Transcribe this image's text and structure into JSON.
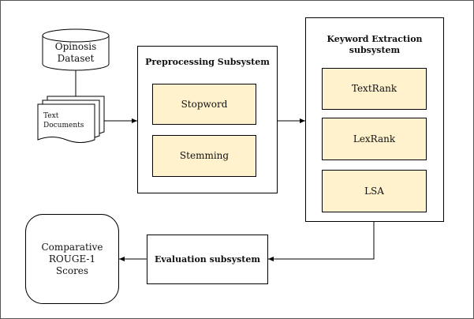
{
  "diagram": {
    "dataset": {
      "line1": "Opinosis",
      "line2": "Dataset"
    },
    "documents": {
      "line1": "Text",
      "line2": "Documents"
    },
    "preprocessing": {
      "title": "Preprocessing Subsystem",
      "steps": [
        "Stopword",
        "Stemming"
      ]
    },
    "keyword_extraction": {
      "title_line1": "Keyword Extraction",
      "title_line2": "subsystem",
      "methods": [
        "TextRank",
        "LexRank",
        "LSA"
      ]
    },
    "evaluation": {
      "title": "Evaluation subsystem"
    },
    "output": {
      "line1": "Comparative",
      "line2": "ROUGE-1",
      "line3": "Scores"
    }
  },
  "colors": {
    "stroke": "#000000",
    "method_fill": "#fff2cc",
    "page_border": "#555555"
  }
}
